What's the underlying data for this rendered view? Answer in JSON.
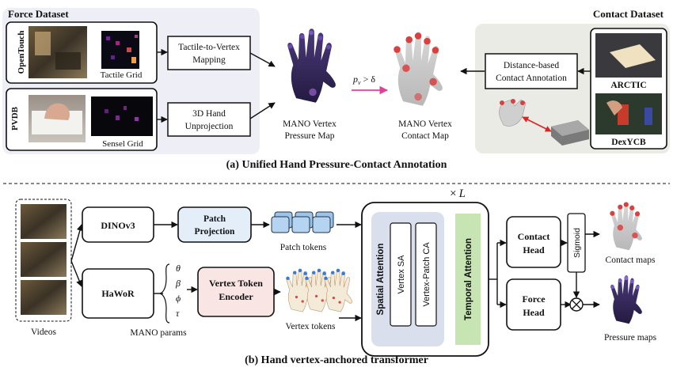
{
  "force_dataset": {
    "title": "Force Dataset",
    "opentouch": {
      "label": "OpenTouch",
      "grid_label": "Tactile Grid",
      "step": [
        "Tactile-to-Vertex",
        "Mapping"
      ]
    },
    "pvdb": {
      "label": "PVDB",
      "grid_label": "Sensel Grid",
      "step": [
        "3D Hand",
        "Unprojection"
      ]
    }
  },
  "contact_dataset": {
    "title": "Contact Dataset",
    "step": [
      "Distance-based",
      "Contact Annotation"
    ],
    "sources": [
      "ARCTIC",
      "DexYCB"
    ]
  },
  "maps": {
    "pressure": [
      "MANO Vertex",
      "Pressure Map"
    ],
    "contact": [
      "MANO Vertex",
      "Contact Map"
    ],
    "threshold": {
      "p": "p",
      "sub": "v",
      "rel": " > δ"
    }
  },
  "caption_a": "(a) Unified Hand Pressure-Contact Annotation",
  "pipeline": {
    "videos_label": "Videos",
    "dinov3": "DINOv3",
    "hawor": "HaWoR",
    "patch_projection": [
      "Patch",
      "Projection"
    ],
    "patch_tokens": "Patch tokens",
    "vertex_encoder": [
      "Vertex Token",
      "Encoder"
    ],
    "vertex_tokens": "Vertex tokens",
    "mano_symbols": [
      "θ",
      "β",
      "ϕ",
      "τ"
    ],
    "mano_params": "MANO params",
    "repeat": {
      "x": "×",
      "L": "L"
    },
    "spatial_attention": "Spatial Attention",
    "vertex_sa": "Vertex SA",
    "vertex_patch_ca": "Vertex-Patch CA",
    "temporal_attention": "Temporal Attention",
    "contact_head": [
      "Contact",
      "Head"
    ],
    "force_head": [
      "Force",
      "Head"
    ],
    "sigmoid": "Sigmoid",
    "multiply": "⊗",
    "contact_maps": "Contact maps",
    "pressure_maps": "Pressure maps"
  },
  "caption_b": "(b) Hand vertex-anchored transformer",
  "colors": {
    "panel_bg": "#eeeef6",
    "contact_panel_bg": "#ebebe6",
    "patch_proj_fill": "#e3eef9",
    "vertex_enc_fill": "#fae5e5",
    "spatial_fill": "#d9dfec",
    "temporal_fill": "#c6e5b2",
    "threshold_arrow": "#e0409a",
    "hand_dark": "#2e2250",
    "contact_red": "#d94040"
  }
}
